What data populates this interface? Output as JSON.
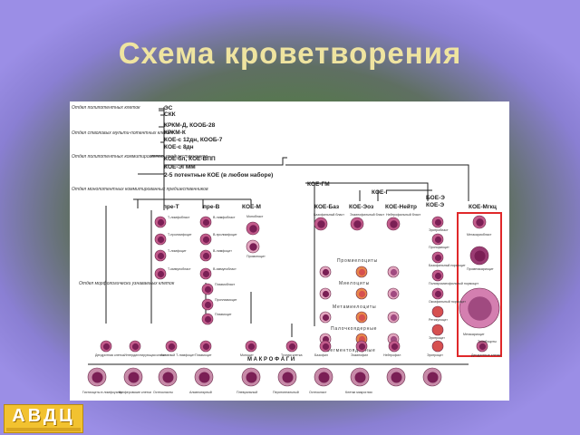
{
  "slide": {
    "title": "Схема кроветворения"
  },
  "diagram": {
    "sections": [
      "Отдел полипотентных клеток",
      "Отдел стволовых мульти-потентных клеток",
      "Отдел полипотентных коммитированных предшественников",
      "Отдел монопотентных коммитированных предшественников",
      "Отдел морфологически узнаваемых клеток"
    ],
    "stem_labels": [
      "ЭС",
      "СКК",
      "КРКМ-Д, КООБ-28",
      "КРКМ-К",
      "КОЕ-с 12дн, КООБ-7",
      "КОЕ-с 8дн",
      "КОЕ-бл, КОЕ-ВПП",
      "КОЕ-ЭГММ",
      "2-5 потентные КОЕ (в любом наборе)"
    ],
    "mid_labels": [
      "КОЕ-ГМ",
      "КОЕ-Г",
      "БОЕ-Э",
      "КОЕ-Э"
    ],
    "column_headers": [
      "пре-Т",
      "пре-В",
      "КОЕ-М",
      "КОЕ-Баз",
      "КОЕ-Эоз",
      "КОЕ-Нейтр",
      "КОЕ-Мгкц"
    ],
    "series_labels": [
      "Промиелоциты",
      "Миелоциты",
      "Метамиелоциты",
      "Палочкоядерные",
      "Сегментоядерные"
    ],
    "macrophages_label": "М А К Р О Ф А Г И",
    "small_labels": {
      "t_cells": [
        "Т-лимфобласт",
        "Т-пролимфоцит",
        "Т-лимфоцит",
        "Т-иммунобласт"
      ],
      "b_cells": [
        "В-лимфобласт",
        "В-пролимфоцит",
        "В-лимфоцит",
        "В-иммунобласт",
        "Плазмобласт",
        "Проплазмоцит",
        "Плазмоцит"
      ],
      "mono": [
        "Монобласт",
        "Промоноцит"
      ],
      "granulo": [
        "Базофильный бласт",
        "Эозинофильный бласт",
        "Нейтрофильный бласт"
      ],
      "erythro": [
        "Эритробласт",
        "Пронормоцит",
        "Базофильный нормоцит",
        "Полихроматофильный нормоцит",
        "Оксифильный нормоцит",
        "Ретикулоцит",
        "Эритроцит"
      ],
      "mega": [
        "Мегакариобласт",
        "Промегакариоцит",
        "Мегакариоцит",
        "Тромбоциты"
      ],
      "bottom": [
        "Дендритная клетка",
        "Интердигитирующая клетка",
        "Активный Т-лимфоцит",
        "Плазмоцит",
        "Моноцит",
        "Тучная клетка",
        "Базофил",
        "Эозинофил",
        "Нейтрофил",
        "Эритроцит",
        "Дендритные клетки"
      ],
      "macro": [
        "Гистиоциты в лимфоузлах",
        "Купферовские клетки",
        "Остеокласты",
        "Альвеолярный",
        "Плевральный",
        "Перитонеальный",
        "Остеокласт",
        "Клетки микроглии"
      ]
    }
  },
  "logo": {
    "text": "АВДЦ"
  },
  "colors": {
    "title": "#efe4a0",
    "highlight": "#e0282a",
    "cell": "#b23a73"
  }
}
